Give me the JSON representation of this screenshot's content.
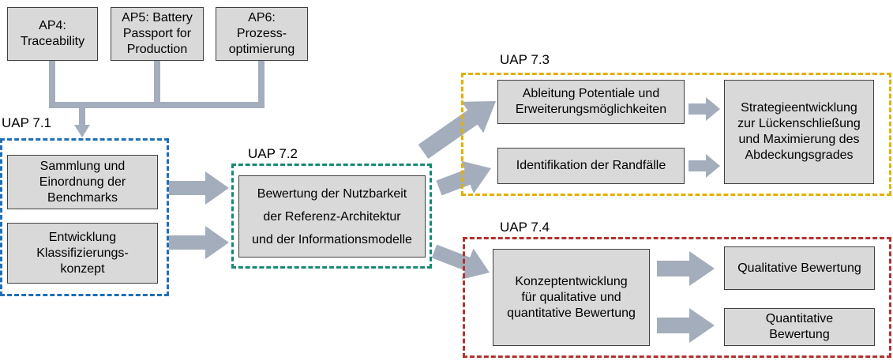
{
  "colors": {
    "arrow": "#a3adbc",
    "box_fill": "#d9d9d9",
    "box_border": "#404040",
    "uap_7_1": "#1f6fb7",
    "uap_7_2": "#178a72",
    "uap_7_3": "#e3b000",
    "uap_7_4": "#b2322e"
  },
  "inputs": {
    "ap4": "AP4:\nTraceability",
    "ap5": "AP5: Battery\nPassport for\nProduction",
    "ap6": "AP6:\nProzess-\noptimierung"
  },
  "uap71": {
    "label": "UAP 7.1",
    "box1": "Sammlung und\nEinordnung der\nBenchmarks",
    "box2": "Entwicklung\nKlassifizierungs-\nkonzept"
  },
  "uap72": {
    "label": "UAP 7.2",
    "box": "Bewertung der Nutzbarkeit\nder Referenz-Architektur\nund der Informationsmodelle"
  },
  "uap73": {
    "label": "UAP 7.3",
    "box1": "Ableitung Potentiale und\nErweiterungsmöglichkeiten",
    "box2": "Identifikation der Randfälle",
    "box3": "Strategieentwicklung\nzur Lückenschließung\nund Maximierung des\nAbdeckungsgrades"
  },
  "uap74": {
    "label": "UAP 7.4",
    "box1": "Konzeptentwicklung\nfür qualitative und\nquantitative Bewertung",
    "box2": "Qualitative Bewertung",
    "box3": "Quantitative\nBewertung"
  }
}
